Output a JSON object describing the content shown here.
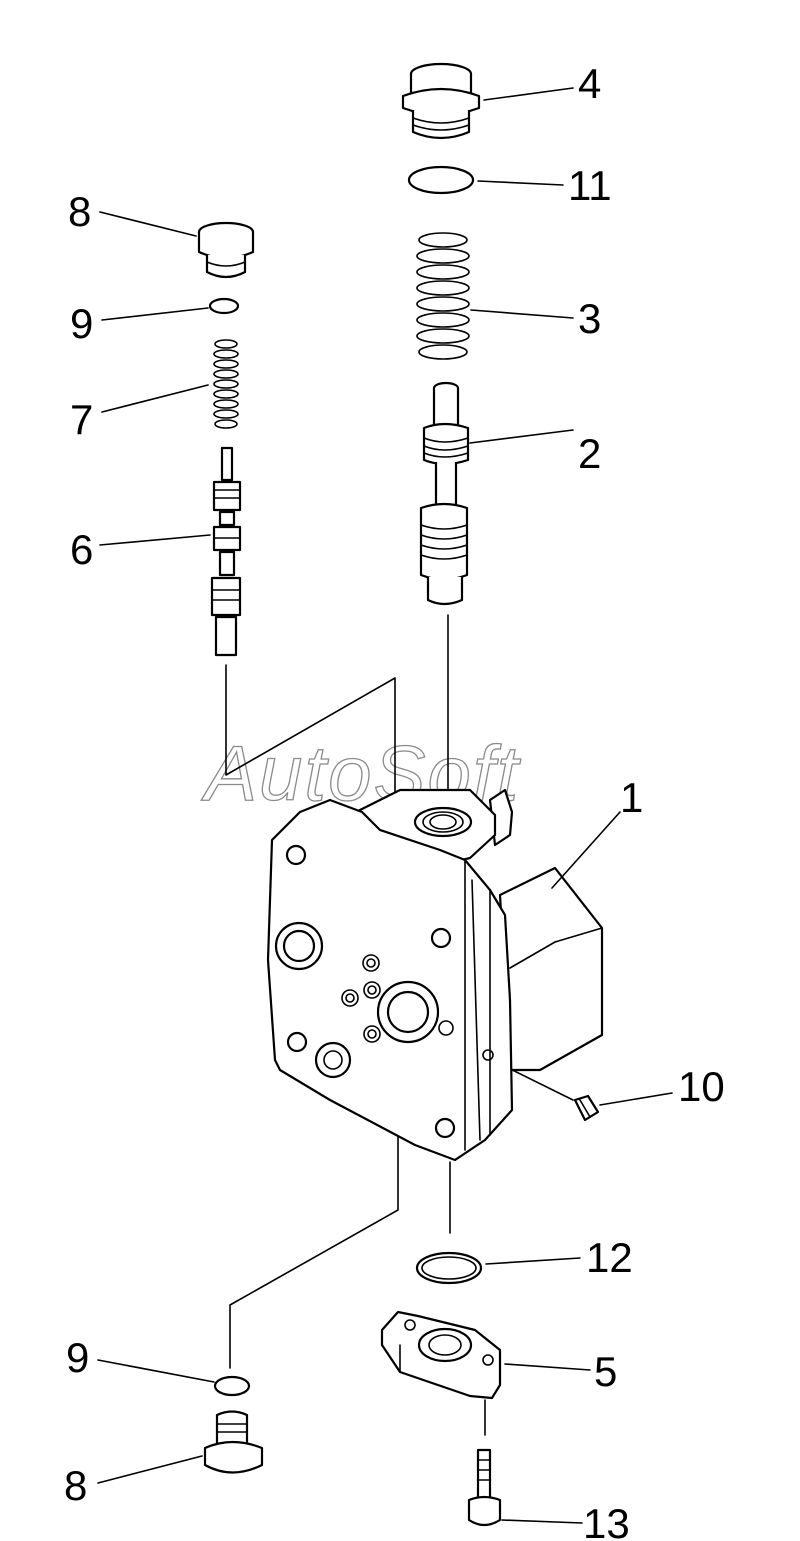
{
  "watermark": "AutoSoft",
  "callouts": {
    "c1": "1",
    "c2": "2",
    "c3": "3",
    "c4": "4",
    "c5": "5",
    "c6": "6",
    "c7": "7",
    "c8_top": "8",
    "c8_bottom": "8",
    "c9_top": "9",
    "c9_bottom": "9",
    "c10": "10",
    "c11": "11",
    "c12": "12",
    "c13": "13"
  }
}
